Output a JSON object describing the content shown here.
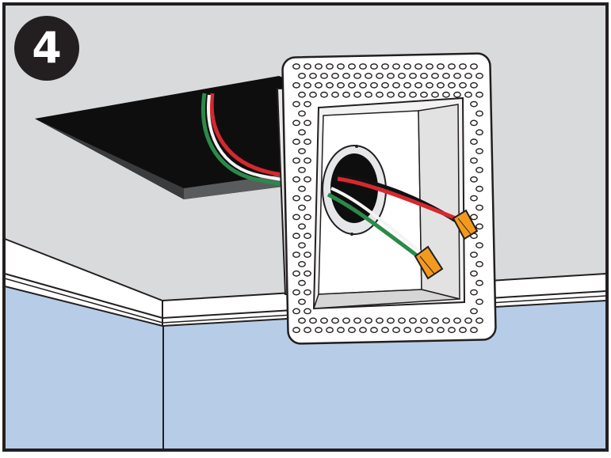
{
  "step": {
    "number": "4"
  },
  "colors": {
    "frame": "#231f20",
    "ceiling": "#d9dadb",
    "wall": "#b7cde7",
    "trim": "#ffffff",
    "hole": "#0e0e0e",
    "wire_red": "#d7282f",
    "wire_green": "#2a8a4a",
    "wire_black": "#111111",
    "wire_white": "#f4f4f4",
    "wire_nut": "#f39a1e",
    "plate": "#ffffff"
  },
  "icons": {
    "drywall_hole": "ceiling-opening",
    "trim_plate": "mud-in-flange",
    "connectors": "wire-nut"
  }
}
